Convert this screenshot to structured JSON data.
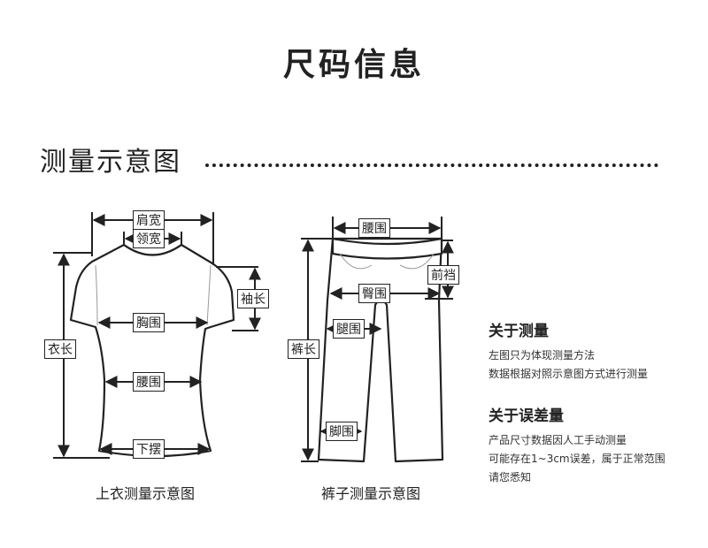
{
  "page": {
    "title": "尺码信息",
    "section_title": "测量示意图"
  },
  "shirt": {
    "caption": "上衣测量示意图",
    "labels": {
      "shoulder": "肩宽",
      "collar": "领宽",
      "sleeve": "袖长",
      "chest": "胸围",
      "length": "衣长",
      "waist": "腰围",
      "hem": "下摆"
    }
  },
  "pants": {
    "caption": "裤子测量示意图",
    "labels": {
      "waist": "腰围",
      "rise": "前裆",
      "hip": "臀围",
      "thigh": "腿围",
      "length": "裤长",
      "ankle": "脚围"
    }
  },
  "about_measure": {
    "heading": "关于测量",
    "lines": [
      "左图只为体现测量方法",
      "数据根据对照示意图方式进行测量"
    ]
  },
  "about_error": {
    "heading": "关于误差量",
    "lines": [
      "产品尺寸数据因人工手动测量",
      "可能存在1~3cm误差，属于正常范围",
      "请您悉知"
    ]
  },
  "colors": {
    "ink": "#222222",
    "tag_dark": "#222222",
    "background": "#ffffff"
  }
}
